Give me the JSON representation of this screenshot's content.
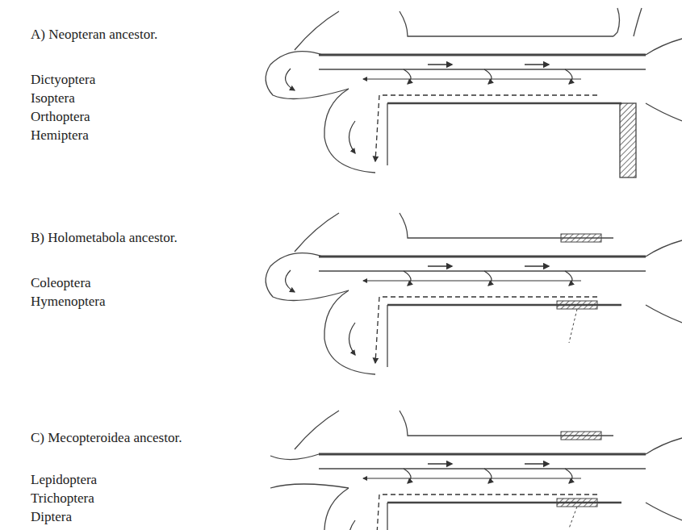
{
  "diagram": {
    "labels": [
      "A) Neopteran ancestor.",
      "Dictyoptera",
      "Isoptera",
      "Orthoptera",
      "Hemiptera",
      "B) Holometabola ancestor.",
      "Coleoptera",
      "Hymenoptera",
      "C) Mecopteroidea ancestor.",
      "Lepidoptera",
      "Trichoptera",
      "Diptera"
    ]
  }
}
